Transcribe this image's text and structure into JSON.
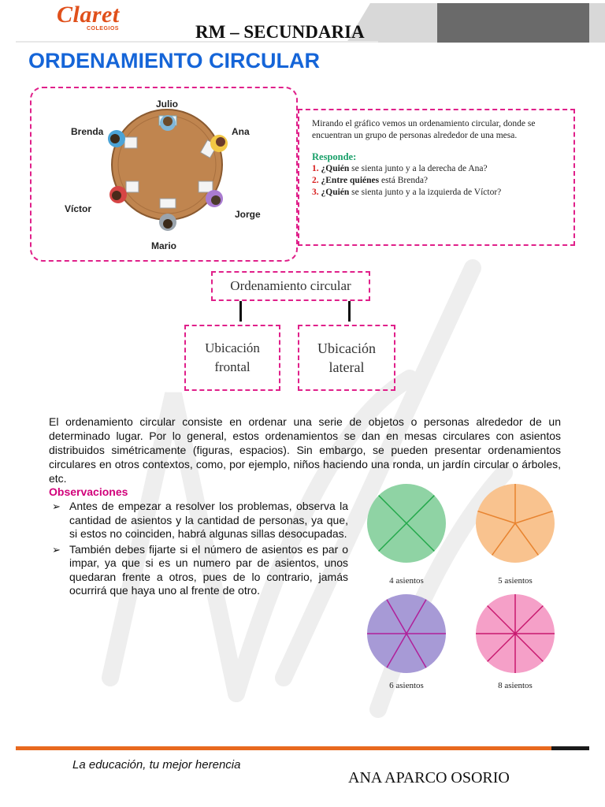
{
  "header": {
    "logo_text": "Claret",
    "logo_sub": "COLEGIOS",
    "subject": "RM – SECUNDARIA",
    "colors": {
      "brand": "#e0501b",
      "bar_dark": "#666666",
      "bar_light": "#d8d8d8"
    }
  },
  "title": "ORDENAMIENTO CIRCULAR",
  "table_figure": {
    "names": {
      "top": "Julio",
      "top_left": "Brenda",
      "top_right": "Ana",
      "bottom_left": "Víctor",
      "bottom_right": "Jorge",
      "bottom": "Mario"
    }
  },
  "story": {
    "intro": "Mirando el gráfico vemos un ordenamiento circular, donde se encuentran un grupo de personas alrededor de una mesa.",
    "responde": "Responde:",
    "questions": [
      {
        "num": "1.",
        "bold": "¿Quién",
        "rest": " se sienta junto y a la derecha de Ana?"
      },
      {
        "num": "2.",
        "bold": "¿Entre quiénes",
        "rest": " está Brenda?"
      },
      {
        "num": "3.",
        "bold": "¿Quién",
        "rest": " se sienta junto y a la izquierda de Víctor?"
      }
    ]
  },
  "diagram": {
    "root": "Ordenamiento circular",
    "left": "Ubicación frontal",
    "right": "Ubicación lateral"
  },
  "body": {
    "paragraph": "El ordenamiento circular consiste en ordenar una serie de objetos o personas alrededor de un determinado lugar. Por lo general, estos ordenamientos se dan en mesas circulares con asientos distribuidos simétricamente (figuras, espacios). Sin embargo, se pueden presentar ordenamientos circulares en otros contextos, como, por ejemplo, niños haciendo una ronda, un jardín circular o árboles, etc.",
    "observaciones_title": "Observaciones",
    "observaciones": [
      "Antes de empezar a resolver los problemas, observa la cantidad de asientos y la cantidad de personas, ya que, si estos no coinciden, habrá algunas sillas desocupadas.",
      "También debes fijarte si el número de asientos es par o impar, ya que si es un numero par de asientos, unos quedaran frente a otros, pues de lo contrario, jamás ocurrirá que haya uno al frente de otro."
    ]
  },
  "seat_circles": [
    {
      "label": "4 asientos",
      "seats": 4,
      "fill": "#8fd3a4",
      "line": "#22a84a"
    },
    {
      "label": "5 asientos",
      "seats": 5,
      "fill": "#f9c38f",
      "line": "#e8832f"
    },
    {
      "label": "6 asientos",
      "seats": 6,
      "fill": "#a79ad6",
      "line": "#b0209a"
    },
    {
      "label": "8 asientos",
      "seats": 8,
      "fill": "#f5a0c8",
      "line": "#c8186f"
    }
  ],
  "footer": {
    "motto": "La educación, tu mejor herencia",
    "author": "ANA APARCO OSORIO"
  }
}
